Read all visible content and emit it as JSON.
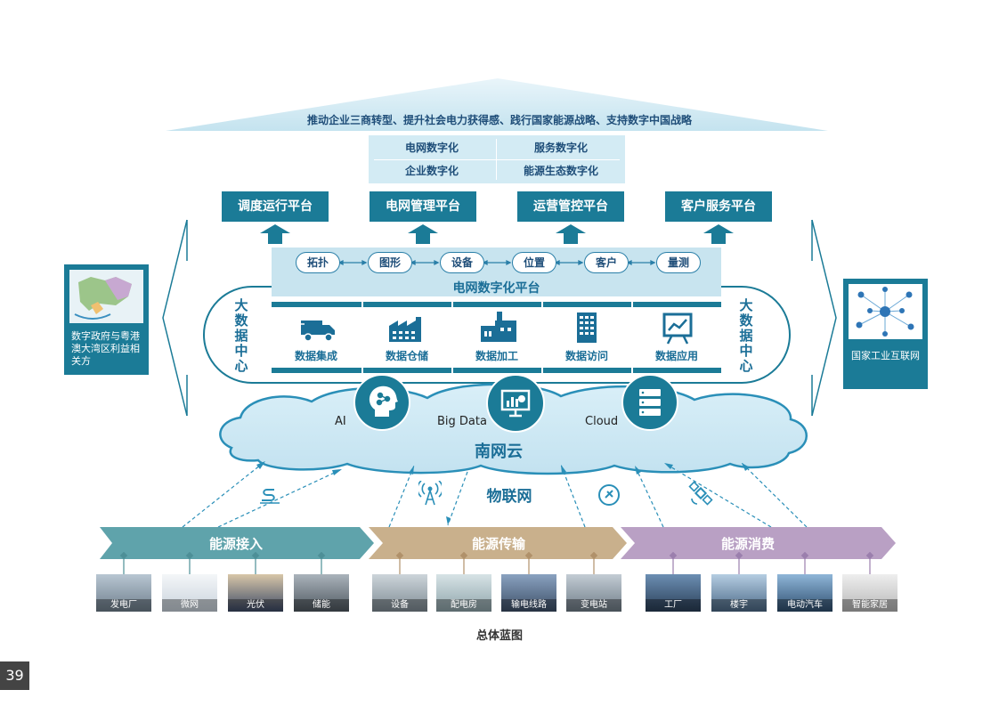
{
  "roof": {
    "text": "推动企业三商转型、提升社会电力获得感、践行国家能源战略、支持数字中国战略"
  },
  "digitization": {
    "cells": [
      "电网数字化",
      "服务数字化",
      "企业数字化",
      "能源生态数字化"
    ]
  },
  "platforms": [
    "调度运行平台",
    "电网管理平台",
    "运营管控平台",
    "客户服务平台"
  ],
  "grid_platform": {
    "title": "电网数字化平台",
    "pills": [
      "拓扑",
      "图形",
      "设备",
      "位置",
      "客户",
      "量测"
    ]
  },
  "big_data": {
    "side_label": "大数据中心",
    "functions": [
      {
        "label": "数据集成",
        "icon": "truck-icon"
      },
      {
        "label": "数据仓储",
        "icon": "warehouse-icon"
      },
      {
        "label": "数据加工",
        "icon": "factory-icon"
      },
      {
        "label": "数据访问",
        "icon": "building-icon"
      },
      {
        "label": "数据应用",
        "icon": "chart-board-icon"
      }
    ]
  },
  "cloud": {
    "name": "南网云",
    "tech": [
      {
        "label": "AI",
        "icon": "ai-head-icon"
      },
      {
        "label": "Big Data",
        "icon": "monitor-chart-icon"
      },
      {
        "label": "Cloud",
        "icon": "server-icon"
      }
    ]
  },
  "iot": {
    "label": "物联网"
  },
  "side_left": {
    "label": "数字政府与粤港澳大湾区利益相关方"
  },
  "side_right": {
    "label": "国家工业互联网"
  },
  "stages": [
    {
      "label": "能源接入",
      "color": "#5fa3ab",
      "items": [
        "发电厂",
        "微网",
        "光伏",
        "储能"
      ]
    },
    {
      "label": "能源传输",
      "color": "#c9b08c",
      "items": [
        "设备",
        "配电房",
        "输电线路",
        "变电站"
      ]
    },
    {
      "label": "能源消费",
      "color": "#b9a0c4",
      "items": [
        "工厂",
        "楼宇",
        "电动汽车",
        "智能家居"
      ]
    }
  ],
  "caption": "总体蓝图",
  "page_number": "39",
  "colors": {
    "primary": "#1b7b97",
    "light": "#d3ebf4",
    "cloud": "#cde7f3",
    "dark_text": "#1f4e79"
  }
}
